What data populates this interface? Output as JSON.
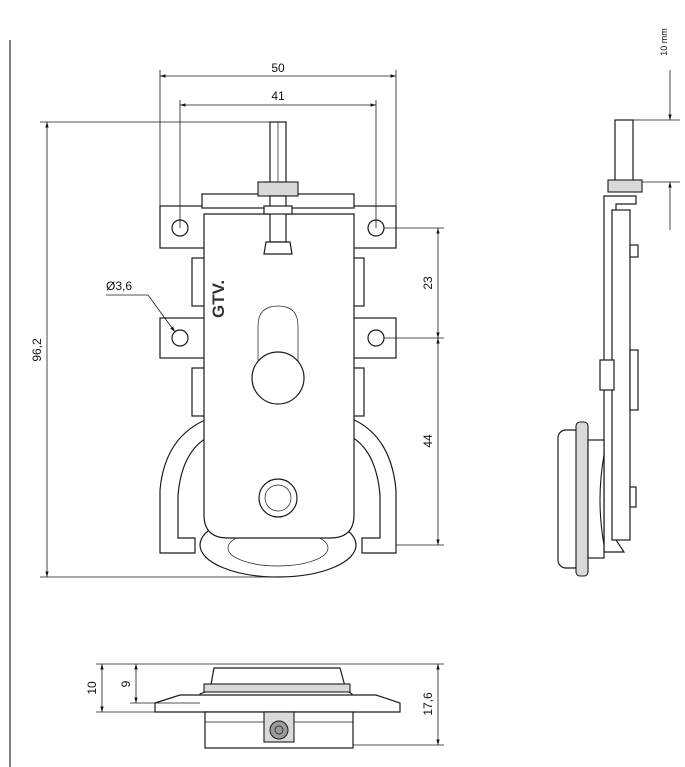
{
  "dimensions": {
    "overall_width": "50",
    "hole_span": "41",
    "total_height": "96,2",
    "hole_diameter": "Ø3,6",
    "upper_spacing": "23",
    "lower_spacing": "44",
    "side_pin_length": "10 mm",
    "bottom_depth": "17,6",
    "bottom_offset_outer": "10",
    "bottom_offset_inner": "9"
  },
  "logo_text": "GTV."
}
